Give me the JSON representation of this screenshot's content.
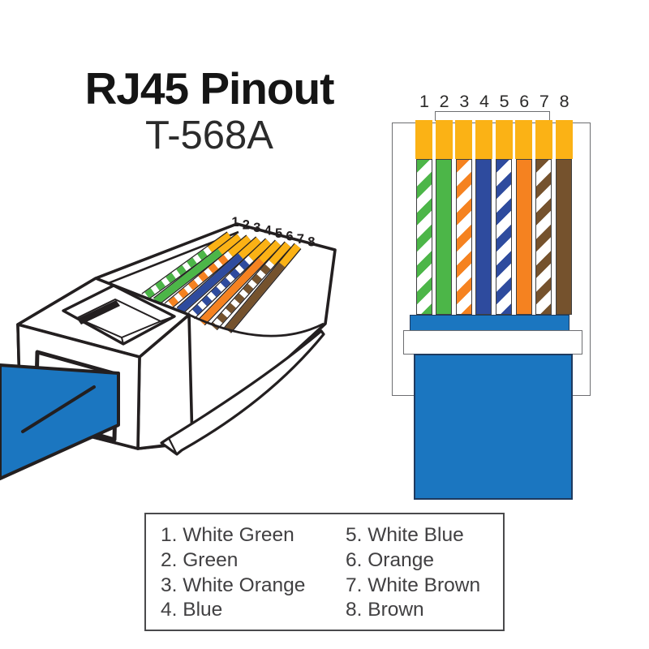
{
  "title": {
    "main": "RJ45 Pinout",
    "sub": "T-568A"
  },
  "pin_numbers": [
    "1",
    "2",
    "3",
    "4",
    "5",
    "6",
    "7",
    "8"
  ],
  "wiring": {
    "standard": "T-568A",
    "pins": [
      {
        "pin": "1",
        "name": "White Green",
        "pattern": "striped",
        "color": "#4CB648"
      },
      {
        "pin": "2",
        "name": "Green",
        "pattern": "solid",
        "color": "#4CB648"
      },
      {
        "pin": "3",
        "name": "White Orange",
        "pattern": "striped",
        "color": "#F58220"
      },
      {
        "pin": "4",
        "name": "Blue",
        "pattern": "solid",
        "color": "#2E4B9E"
      },
      {
        "pin": "5",
        "name": "White Blue",
        "pattern": "striped",
        "color": "#2E4B9E"
      },
      {
        "pin": "6",
        "name": "Orange",
        "pattern": "solid",
        "color": "#F58220"
      },
      {
        "pin": "7",
        "name": "White Brown",
        "pattern": "striped",
        "color": "#75522D"
      },
      {
        "pin": "8",
        "name": "Brown",
        "pattern": "solid",
        "color": "#75522D"
      }
    ]
  },
  "colors": {
    "gold_pin": "#FBB215",
    "cable_blue": "#1B76C0",
    "cable_outline": "#1E3A5F",
    "art_outline": "#231F20",
    "body_outline_gray": "#6D6E71",
    "text_dark": "#414042"
  }
}
